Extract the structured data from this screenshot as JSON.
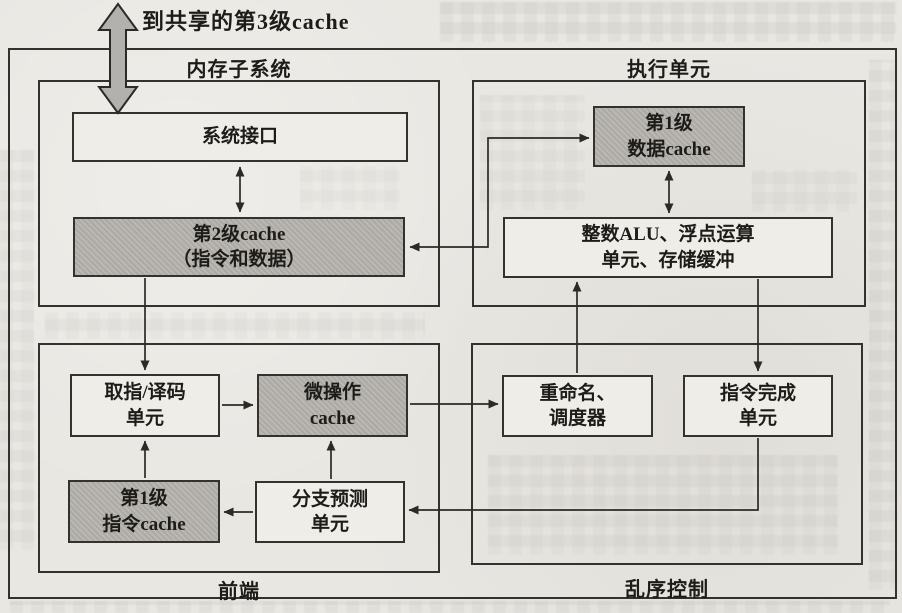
{
  "figure": {
    "top_annotation": "到共享的第3级cache",
    "regions": {
      "memory_subsystem": {
        "label": "内存子系统"
      },
      "execution_unit": {
        "label": "执行单元"
      },
      "front_end": {
        "label": "前端"
      },
      "out_of_order": {
        "label": "乱序控制"
      }
    },
    "blocks": {
      "system_interface": {
        "label": "系统接口"
      },
      "l2_cache": {
        "line1": "第2级cache",
        "line2": "（指令和数据）"
      },
      "l1_data_cache": {
        "line1": "第1级",
        "line2": "数据cache"
      },
      "int_alu_fp_store": {
        "line1": "整数ALU、浮点运算",
        "line2": "单元、存储缓冲"
      },
      "fetch_decode": {
        "line1": "取指/译码",
        "line2": "单元"
      },
      "uop_cache": {
        "line1": "微操作",
        "line2": "cache"
      },
      "l1_instruction_cache": {
        "line1": "第1级",
        "line2": "指令cache"
      },
      "branch_prediction": {
        "line1": "分支预测",
        "line2": "单元"
      },
      "rename_scheduler": {
        "line1": "重命名、",
        "line2": "调度器"
      },
      "instruction_completion": {
        "line1": "指令完成",
        "line2": "单元"
      }
    },
    "colors": {
      "shaded_block_fill": "#b7b4af",
      "plain_block_fill": "#efede8",
      "paper": "#e9e7e2",
      "line": "#2b2a27",
      "big_arrow_fill": "#b3b1ad"
    }
  }
}
